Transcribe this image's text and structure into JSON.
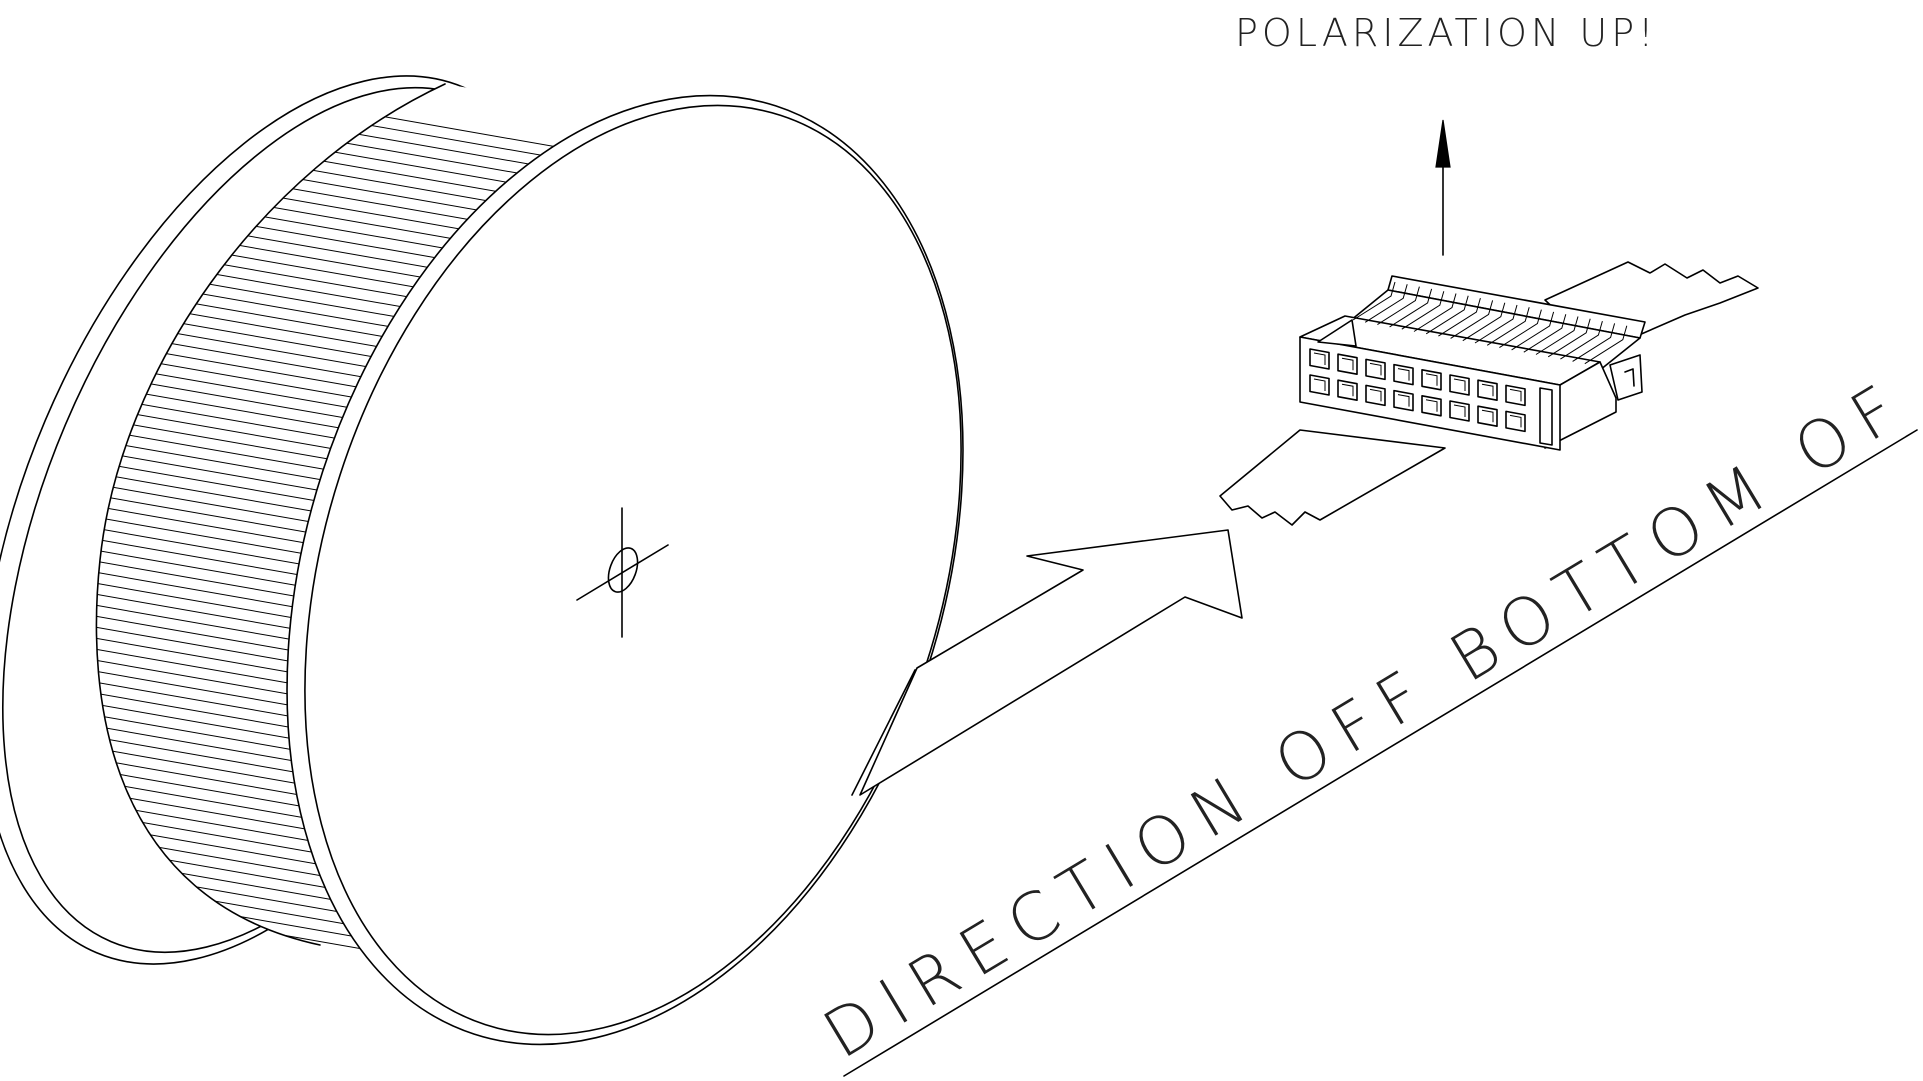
{
  "diagram": {
    "top_label": "POLARIZATION UP!",
    "direction_label": "DIRECTION OFF BOTTOM OF REEL",
    "elements": {
      "reel": "ribbon-cable-reel",
      "connector": "idc-socket-connector",
      "cable": "flat-ribbon-cable",
      "up_arrow": "polarization-up-arrow",
      "feed_arrow": "feed-direction-arrow",
      "baseline": "direction-baseline"
    },
    "colors": {
      "line": "#000000",
      "background": "#ffffff"
    }
  }
}
